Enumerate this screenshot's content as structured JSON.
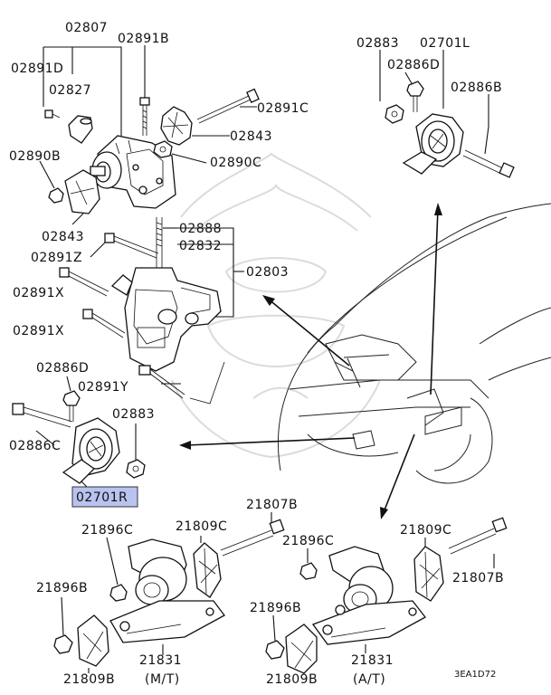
{
  "labels": {
    "l02807": "02807",
    "l02891B": "02891B",
    "l02891D": "02891D",
    "l02827": "02827",
    "l02891C": "02891C",
    "l02843a": "02843",
    "l02890B": "02890B",
    "l02890C": "02890C",
    "l02843b": "02843",
    "l02888": "02888",
    "l02832": "02832",
    "l02891Z": "02891Z",
    "l02803": "02803",
    "l02891Xa": "02891X",
    "l02891Xb": "02891X",
    "l02886Da": "02886D",
    "l02891Y": "02891Y",
    "l02883a": "02883",
    "l02886Ca": "02886C",
    "l02701R": "02701R",
    "l02883b": "02883",
    "l02701L": "02701L",
    "l02886Db": "02886D",
    "l02886B": "02886B",
    "l21807Ba": "21807B",
    "l21896Ca": "21896C",
    "l21809Ca": "21809C",
    "l21896Ba": "21896B",
    "l21831a": "21831",
    "l21809Ba": "21809B",
    "lMT": "(M/T)",
    "l21896Cb": "21896C",
    "l21809Cb": "21809C",
    "l21807Bb": "21807B",
    "l21896Bb": "21896B",
    "l21831b": "21831",
    "l21809Bb": "21809B",
    "lAT": "(A/T)",
    "code": "3EA1D72"
  },
  "colors": {
    "highlight": "#b9c3ef",
    "line": "#111111",
    "watermark": "#d8d8d8"
  }
}
